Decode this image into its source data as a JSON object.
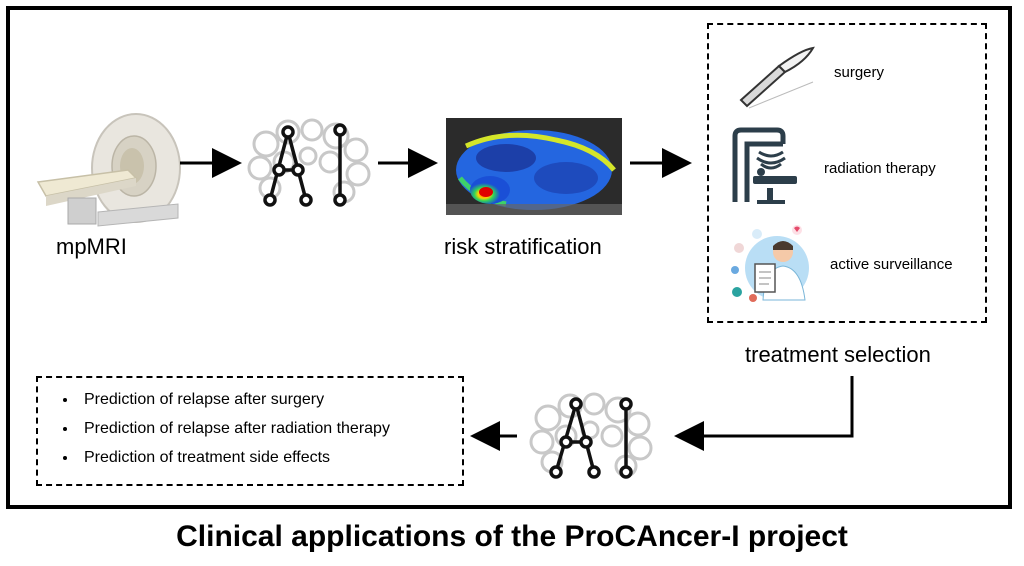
{
  "diagram": {
    "title": "Clinical applications of the ProCAncer-I project",
    "nodes": {
      "mpmri": "mpMRI",
      "risk": "risk stratification",
      "treatment": "treatment selection"
    },
    "treatments": [
      "surgery",
      "radiation therapy",
      "active surveillance"
    ],
    "predictions": [
      "Prediction of relapse after surgery",
      "Prediction of relapse after radiation therapy",
      "Prediction of treatment side effects"
    ],
    "icons": {
      "scanner": "mri-scanner-icon",
      "ai": "ai-brain-icon",
      "heatmap": "prostate-heatmap-image",
      "scalpel": "scalpel-icon",
      "radiation": "radiation-machine-icon",
      "doctor": "doctor-clipboard-icon"
    }
  }
}
